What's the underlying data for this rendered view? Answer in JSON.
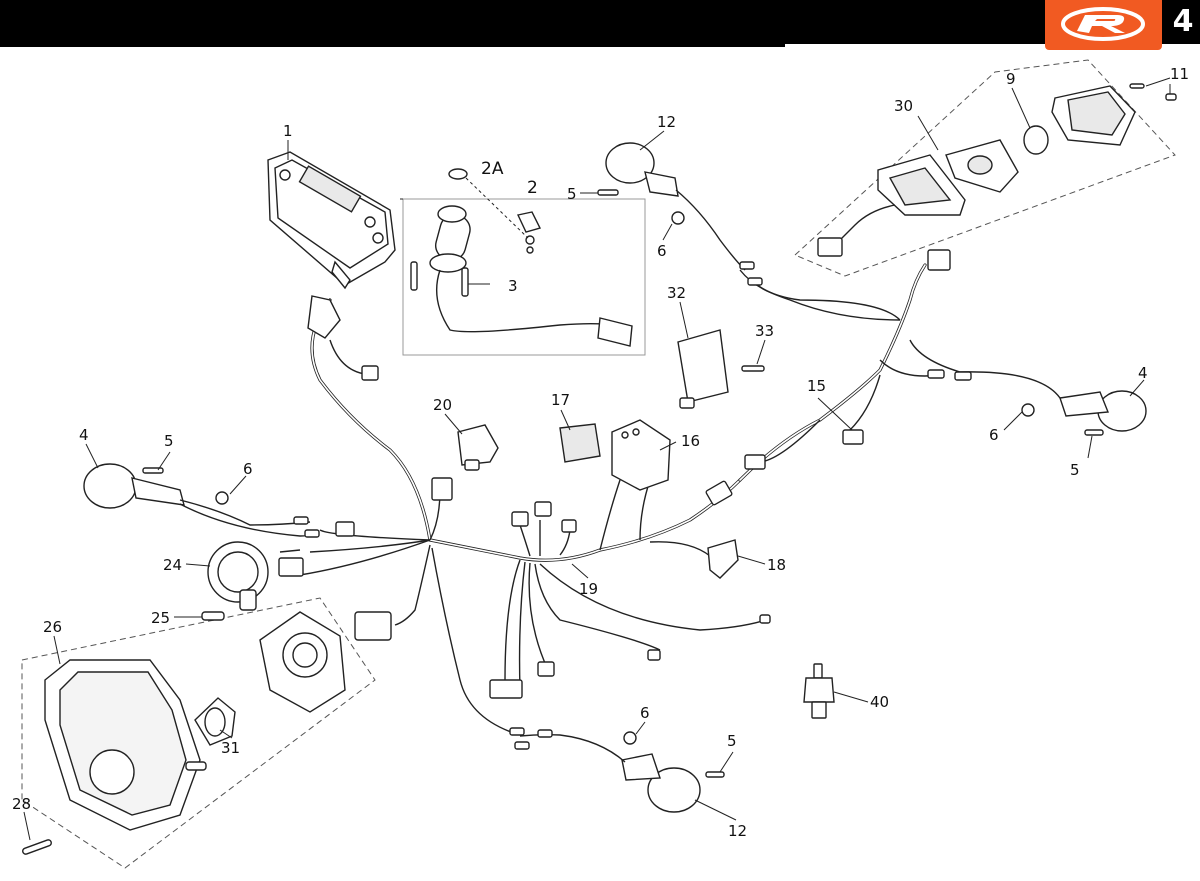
{
  "header": {
    "page_number": "4",
    "brand_color": "#f15a22"
  },
  "callouts": [
    {
      "id": "c1",
      "text": "1"
    },
    {
      "id": "c2",
      "text": "2"
    },
    {
      "id": "c2a",
      "text": "2A"
    },
    {
      "id": "c3",
      "text": "3"
    },
    {
      "id": "c4a",
      "text": "4"
    },
    {
      "id": "c4b",
      "text": "4"
    },
    {
      "id": "c5a",
      "text": "5"
    },
    {
      "id": "c5b",
      "text": "5"
    },
    {
      "id": "c5c",
      "text": "5"
    },
    {
      "id": "c5d",
      "text": "5"
    },
    {
      "id": "c6a",
      "text": "6"
    },
    {
      "id": "c6b",
      "text": "6"
    },
    {
      "id": "c6c",
      "text": "6"
    },
    {
      "id": "c6d",
      "text": "6"
    },
    {
      "id": "c9",
      "text": "9"
    },
    {
      "id": "c11",
      "text": "11"
    },
    {
      "id": "c12a",
      "text": "12"
    },
    {
      "id": "c12b",
      "text": "12"
    },
    {
      "id": "c15",
      "text": "15"
    },
    {
      "id": "c16",
      "text": "16"
    },
    {
      "id": "c17",
      "text": "17"
    },
    {
      "id": "c18",
      "text": "18"
    },
    {
      "id": "c19",
      "text": "19"
    },
    {
      "id": "c20",
      "text": "20"
    },
    {
      "id": "c24",
      "text": "24"
    },
    {
      "id": "c25",
      "text": "25"
    },
    {
      "id": "c26",
      "text": "26"
    },
    {
      "id": "c28",
      "text": "28"
    },
    {
      "id": "c30",
      "text": "30"
    },
    {
      "id": "c31",
      "text": "31"
    },
    {
      "id": "c32",
      "text": "32"
    },
    {
      "id": "c33",
      "text": "33"
    },
    {
      "id": "c40",
      "text": "40"
    }
  ]
}
